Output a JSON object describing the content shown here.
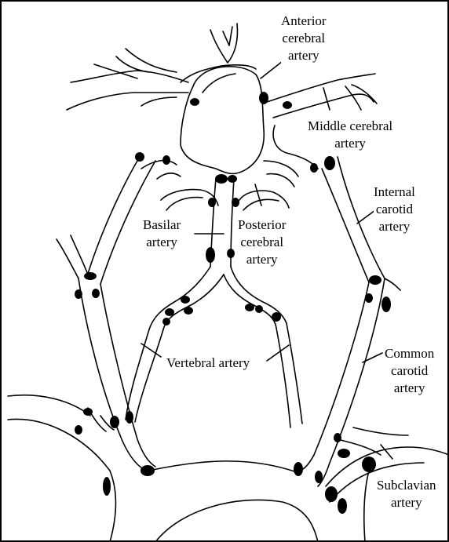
{
  "labels": {
    "anterior_cerebral": "Anterior\ncerebral\nartery",
    "middle_cerebral": "Middle cerebral\nartery",
    "internal_carotid": "Internal\ncarotid\nartery",
    "basilar": "Basilar\nartery",
    "posterior_cerebral": "Posterior\ncerebral\nartery",
    "vertebral": "Vertebral artery",
    "common_carotid": "Common\ncarotid\nartery",
    "subclavian": "Subclavian\nartery"
  },
  "colors": {
    "line": "#000000",
    "background": "#ffffff",
    "plaque": "#000000"
  }
}
